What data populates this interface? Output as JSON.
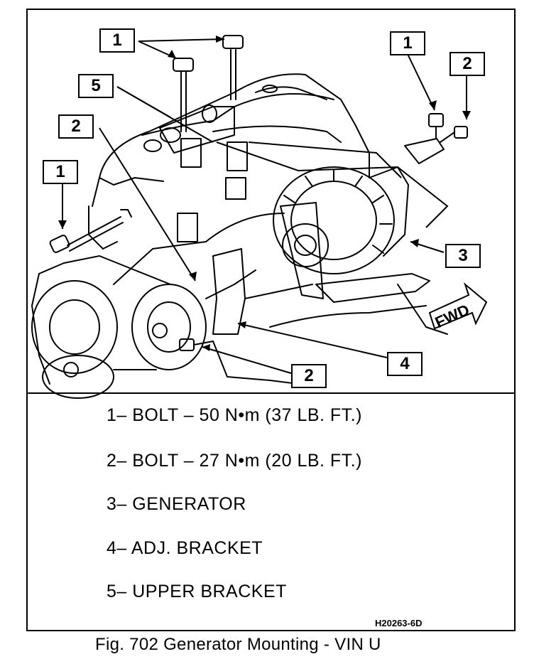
{
  "figure": {
    "callouts": [
      {
        "label": "1"
      },
      {
        "label": "1"
      },
      {
        "label": "1"
      },
      {
        "label": "2"
      },
      {
        "label": "2"
      },
      {
        "label": "2"
      },
      {
        "label": "3"
      },
      {
        "label": "4"
      },
      {
        "label": "5"
      }
    ],
    "direction_label": "FWD",
    "legend": [
      "1– BOLT – 50 N•m (37 LB. FT.)",
      "2– BOLT – 27 N•m (20 LB. FT.)",
      "3– GENERATOR",
      "4– ADJ. BRACKET",
      "5– UPPER BRACKET"
    ],
    "drawing_code": "H20263-6D",
    "caption": "Fig. 702 Generator Mounting - VIN U"
  }
}
